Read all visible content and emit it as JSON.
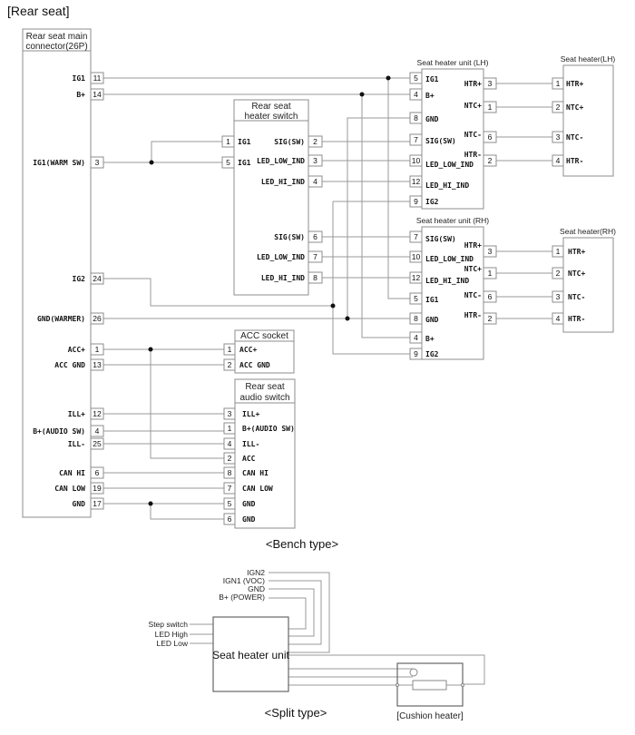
{
  "title": "[Rear seat]",
  "bench": {
    "caption": "<Bench type>",
    "main_connector": {
      "title_line1": "Rear seat main",
      "title_line2": "connector(26P)",
      "pins": [
        {
          "signal": "IG1",
          "pin": "11"
        },
        {
          "signal": "B+",
          "pin": "14"
        },
        {
          "signal": "IG1(WARM SW)",
          "pin": "3"
        },
        {
          "signal": "IG2",
          "pin": "24"
        },
        {
          "signal": "GND(WARMER)",
          "pin": "26"
        },
        {
          "signal": "ACC+",
          "pin": "1"
        },
        {
          "signal": "ACC GND",
          "pin": "13"
        },
        {
          "signal": "ILL+",
          "pin": "12"
        },
        {
          "signal": "B+(AUDIO SW)",
          "pin": "4"
        },
        {
          "signal": "ILL-",
          "pin": "25"
        },
        {
          "signal": "CAN HI",
          "pin": "6"
        },
        {
          "signal": "CAN LOW",
          "pin": "19"
        },
        {
          "signal": "GND",
          "pin": "17"
        }
      ]
    },
    "heater_switch": {
      "title_line1": "Rear seat",
      "title_line2": "heater switch",
      "left_pins": [
        {
          "pin": "1",
          "signal": "IG1"
        },
        {
          "pin": "5",
          "signal": "IG1"
        }
      ],
      "right_pins": [
        {
          "signal": "SIG(SW)",
          "pin": "2"
        },
        {
          "signal": "LED_LOW_IND",
          "pin": "3"
        },
        {
          "signal": "LED_HI_IND",
          "pin": "4"
        },
        {
          "signal": "SIG(SW)",
          "pin": "6"
        },
        {
          "signal": "LED_LOW_IND",
          "pin": "7"
        },
        {
          "signal": "LED_HI_IND",
          "pin": "8"
        }
      ]
    },
    "unit_lh": {
      "title": "Seat heater unit (LH)",
      "left_pins": [
        {
          "pin": "5",
          "signal": "IG1"
        },
        {
          "pin": "4",
          "signal": "B+"
        },
        {
          "pin": "8",
          "signal": "GND"
        },
        {
          "pin": "7",
          "signal": "SIG(SW)"
        },
        {
          "pin": "10",
          "signal": "LED_LOW_IND"
        },
        {
          "pin": "12",
          "signal": "LED_HI_IND"
        },
        {
          "pin": "9",
          "signal": "IG2"
        }
      ],
      "right_pins": [
        {
          "signal": "HTR+",
          "pin": "3"
        },
        {
          "signal": "NTC+",
          "pin": "1"
        },
        {
          "signal": "NTC-",
          "pin": "6"
        },
        {
          "signal": "HTR-",
          "pin": "2"
        }
      ]
    },
    "heater_lh": {
      "title": "Seat heater(LH)",
      "pins": [
        {
          "pin": "1",
          "signal": "HTR+"
        },
        {
          "pin": "2",
          "signal": "NTC+"
        },
        {
          "pin": "3",
          "signal": "NTC-"
        },
        {
          "pin": "4",
          "signal": "HTR-"
        }
      ]
    },
    "unit_rh": {
      "title": "Seat heater unit (RH)",
      "left_pins": [
        {
          "pin": "7",
          "signal": "SIG(SW)"
        },
        {
          "pin": "10",
          "signal": "LED_LOW_IND"
        },
        {
          "pin": "12",
          "signal": "LED_HI_IND"
        },
        {
          "pin": "5",
          "signal": "IG1"
        },
        {
          "pin": "8",
          "signal": "GND"
        },
        {
          "pin": "4",
          "signal": "B+"
        },
        {
          "pin": "9",
          "signal": "IG2"
        }
      ],
      "right_pins": [
        {
          "signal": "HTR+",
          "pin": "3"
        },
        {
          "signal": "NTC+",
          "pin": "1"
        },
        {
          "signal": "NTC-",
          "pin": "6"
        },
        {
          "signal": "HTR-",
          "pin": "2"
        }
      ]
    },
    "heater_rh": {
      "title": "Seat heater(RH)",
      "pins": [
        {
          "pin": "1",
          "signal": "HTR+"
        },
        {
          "pin": "2",
          "signal": "NTC+"
        },
        {
          "pin": "3",
          "signal": "NTC-"
        },
        {
          "pin": "4",
          "signal": "HTR-"
        }
      ]
    },
    "acc_socket": {
      "title": "ACC socket",
      "pins": [
        {
          "pin": "1",
          "signal": "ACC+"
        },
        {
          "pin": "2",
          "signal": "ACC GND"
        }
      ]
    },
    "audio_switch": {
      "title_line1": "Rear seat",
      "title_line2": "audio switch",
      "pins": [
        {
          "pin": "3",
          "signal": "ILL+"
        },
        {
          "pin": "1",
          "signal": "B+(AUDIO SW)"
        },
        {
          "pin": "4",
          "signal": "ILL-"
        },
        {
          "pin": "2",
          "signal": "ACC"
        },
        {
          "pin": "8",
          "signal": "CAN HI"
        },
        {
          "pin": "7",
          "signal": "CAN LOW"
        },
        {
          "pin": "5",
          "signal": "GND"
        },
        {
          "pin": "6",
          "signal": "GND"
        }
      ]
    }
  },
  "split": {
    "caption": "<Split type>",
    "unit_label": "Seat heater unit",
    "top_inputs": [
      "IGN2",
      "IGN1 (VOC)",
      "GND",
      "B+ (POWER)"
    ],
    "left_inputs": [
      "Step switch",
      "LED High",
      "LED Low"
    ],
    "cushion_label": "[Cushion heater]"
  }
}
